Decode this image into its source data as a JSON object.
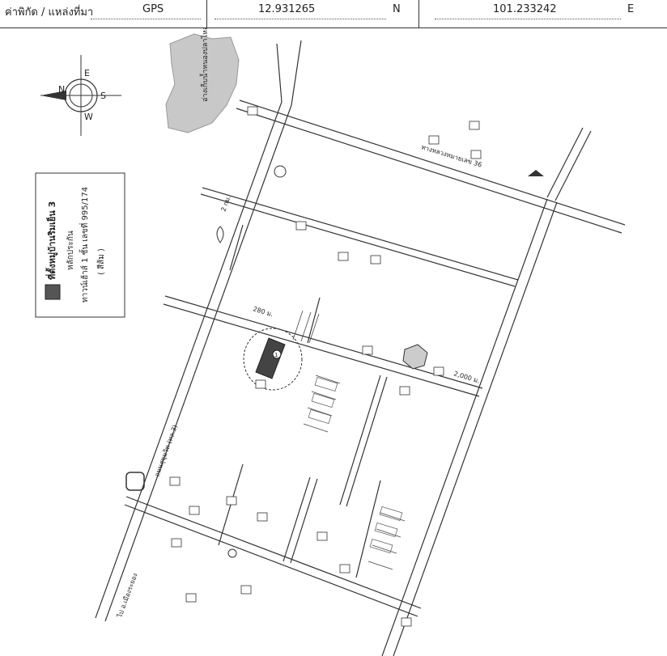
{
  "header": {
    "label": "ค่าพิกัด / แหล่งที่มา",
    "source": "GPS",
    "latitude": "12.931265",
    "lat_dir": "N",
    "longitude": "101.233242",
    "lon_dir": "E"
  },
  "map": {
    "compass": {
      "n": "N",
      "e": "E",
      "s": "S",
      "w": "W"
    },
    "legend": {
      "title": "ที่ตั้งหมู่บ้านริมเย็น 3",
      "line2": "หลักประกัน",
      "line3": "ทาวน์เฮ้าส์ 1 ชั้น เลขที่ 995/174",
      "line4": "( สีส้ม )"
    },
    "labels": {
      "lake": "อ่างเก็บน้ำหนองปลาไหล",
      "road_main": "ถนนสุขุมวิท (ทล.3)",
      "road_east": "ทางหลวงหมายเลข 36",
      "road_rayong": "ไป อ.เมืองระยอง",
      "dist_1": "2 กม.",
      "dist_2": "280 ม.",
      "dist_3": "2,000 ม.",
      "subject_num": "1"
    }
  }
}
